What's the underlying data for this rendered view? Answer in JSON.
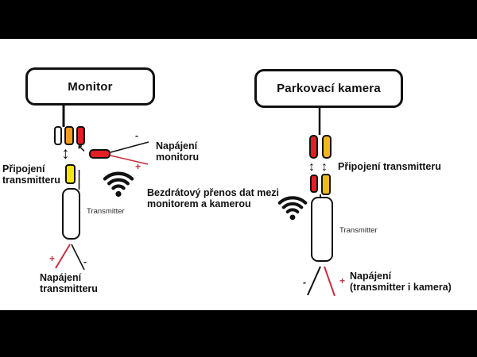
{
  "colors": {
    "line_black": "#111111",
    "wire_red": "#c5303c",
    "plug_red": "#e31e24",
    "plug_orange": "#f29c1f",
    "plug_yellow": "#f6e70a",
    "plug_gold": "#f3b71c"
  },
  "icons": {
    "updown_arrow": "↕",
    "diag_arrow": "↖"
  },
  "left": {
    "device_label": "Monitor",
    "connect_label_line1": "Připojení",
    "connect_label_line2": "transmitteru",
    "monitor_power_line1": "Napájení",
    "monitor_power_line2": "monitoru",
    "monitor_power_minus": "-",
    "monitor_power_plus": "+",
    "transmitter_label": "Transmitter",
    "power_plus": "+",
    "power_minus": "-",
    "power_line1": "Napájení",
    "power_line2": "transmitteru"
  },
  "center": {
    "wireless_line1": "Bezdrátový přenos dat mezi",
    "wireless_line2": "monitorem a kamerou"
  },
  "right": {
    "device_label": "Parkovací kamera",
    "connect_label": "Připojení transmitteru",
    "transmitter_label": "Transmitter",
    "power_minus": "-",
    "power_plus": "+",
    "power_line1": "Napájení",
    "power_line2": "(transmitter i kamera)"
  }
}
